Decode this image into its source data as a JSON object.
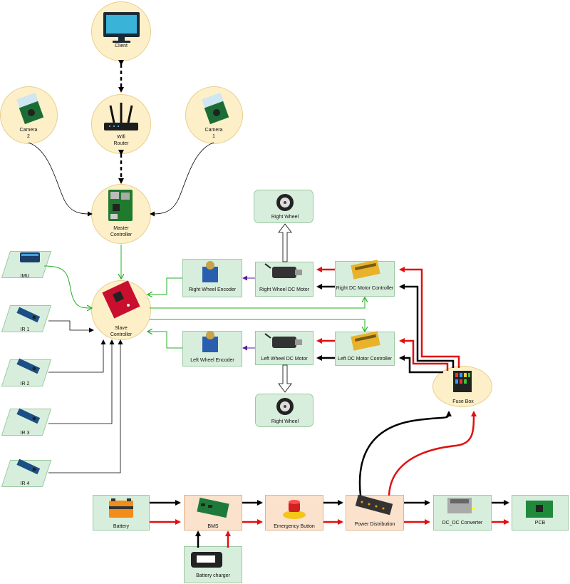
{
  "nodes": {
    "client": "Client",
    "wifi_router": "Wifi\nRouter",
    "camera_2": "Camera\n2",
    "camera_1": "Camera\n1",
    "master_controller": "Master\nController",
    "slave_controller": "Slave\nController",
    "imu": "IMU",
    "ir_1": "IR 1",
    "ir_2": "IR 2",
    "ir_3": "IR 3",
    "ir_4": "IR 4",
    "right_wheel_top": "Right Wheel",
    "right_wheel_bottom": "Right Wheel",
    "right_wheel_encoder": "Right Wheel Encoder",
    "right_wheel_dc_motor": "Right Wheel DC Motor",
    "right_dc_motor_controller": "Right DC Motor Controller",
    "left_wheel_encoder": "Left Wheel Encoder",
    "left_wheel_dc_motor": "Left Wheel DC Motor",
    "left_dc_motor_controller": "Left DC Motor Controller",
    "fuse_box": "Fuse Box",
    "battery": "Battery",
    "bms": "BMS",
    "emergency_button": "Emergency Button",
    "power_distribution": "Power Distribution",
    "dc_dc_converter": "DC_DC Converter",
    "pcb": "PCB",
    "battery_charger": "Battery charger"
  },
  "colors": {
    "node_fill": "#fdf0c8",
    "green_box": "#d8eedc",
    "orange_box": "#fbe2cd",
    "signal_green": "#22b022",
    "power_red": "#e01010",
    "power_black": "#000000",
    "encoder_purple": "#5a1a9a"
  },
  "icons": [
    "monitor-icon",
    "router-icon",
    "camera-module-icon",
    "raspberry-pi-icon",
    "microcontroller-board-icon",
    "imu-sensor-icon",
    "ir-sensor-icon",
    "wheel-icon",
    "potentiometer-encoder-icon",
    "dc-motor-icon",
    "motor-driver-icon",
    "fuse-block-icon",
    "battery-icon",
    "bms-board-icon",
    "emergency-stop-icon",
    "power-distribution-icon",
    "dc-converter-icon",
    "pcb-icon",
    "charger-icon"
  ]
}
